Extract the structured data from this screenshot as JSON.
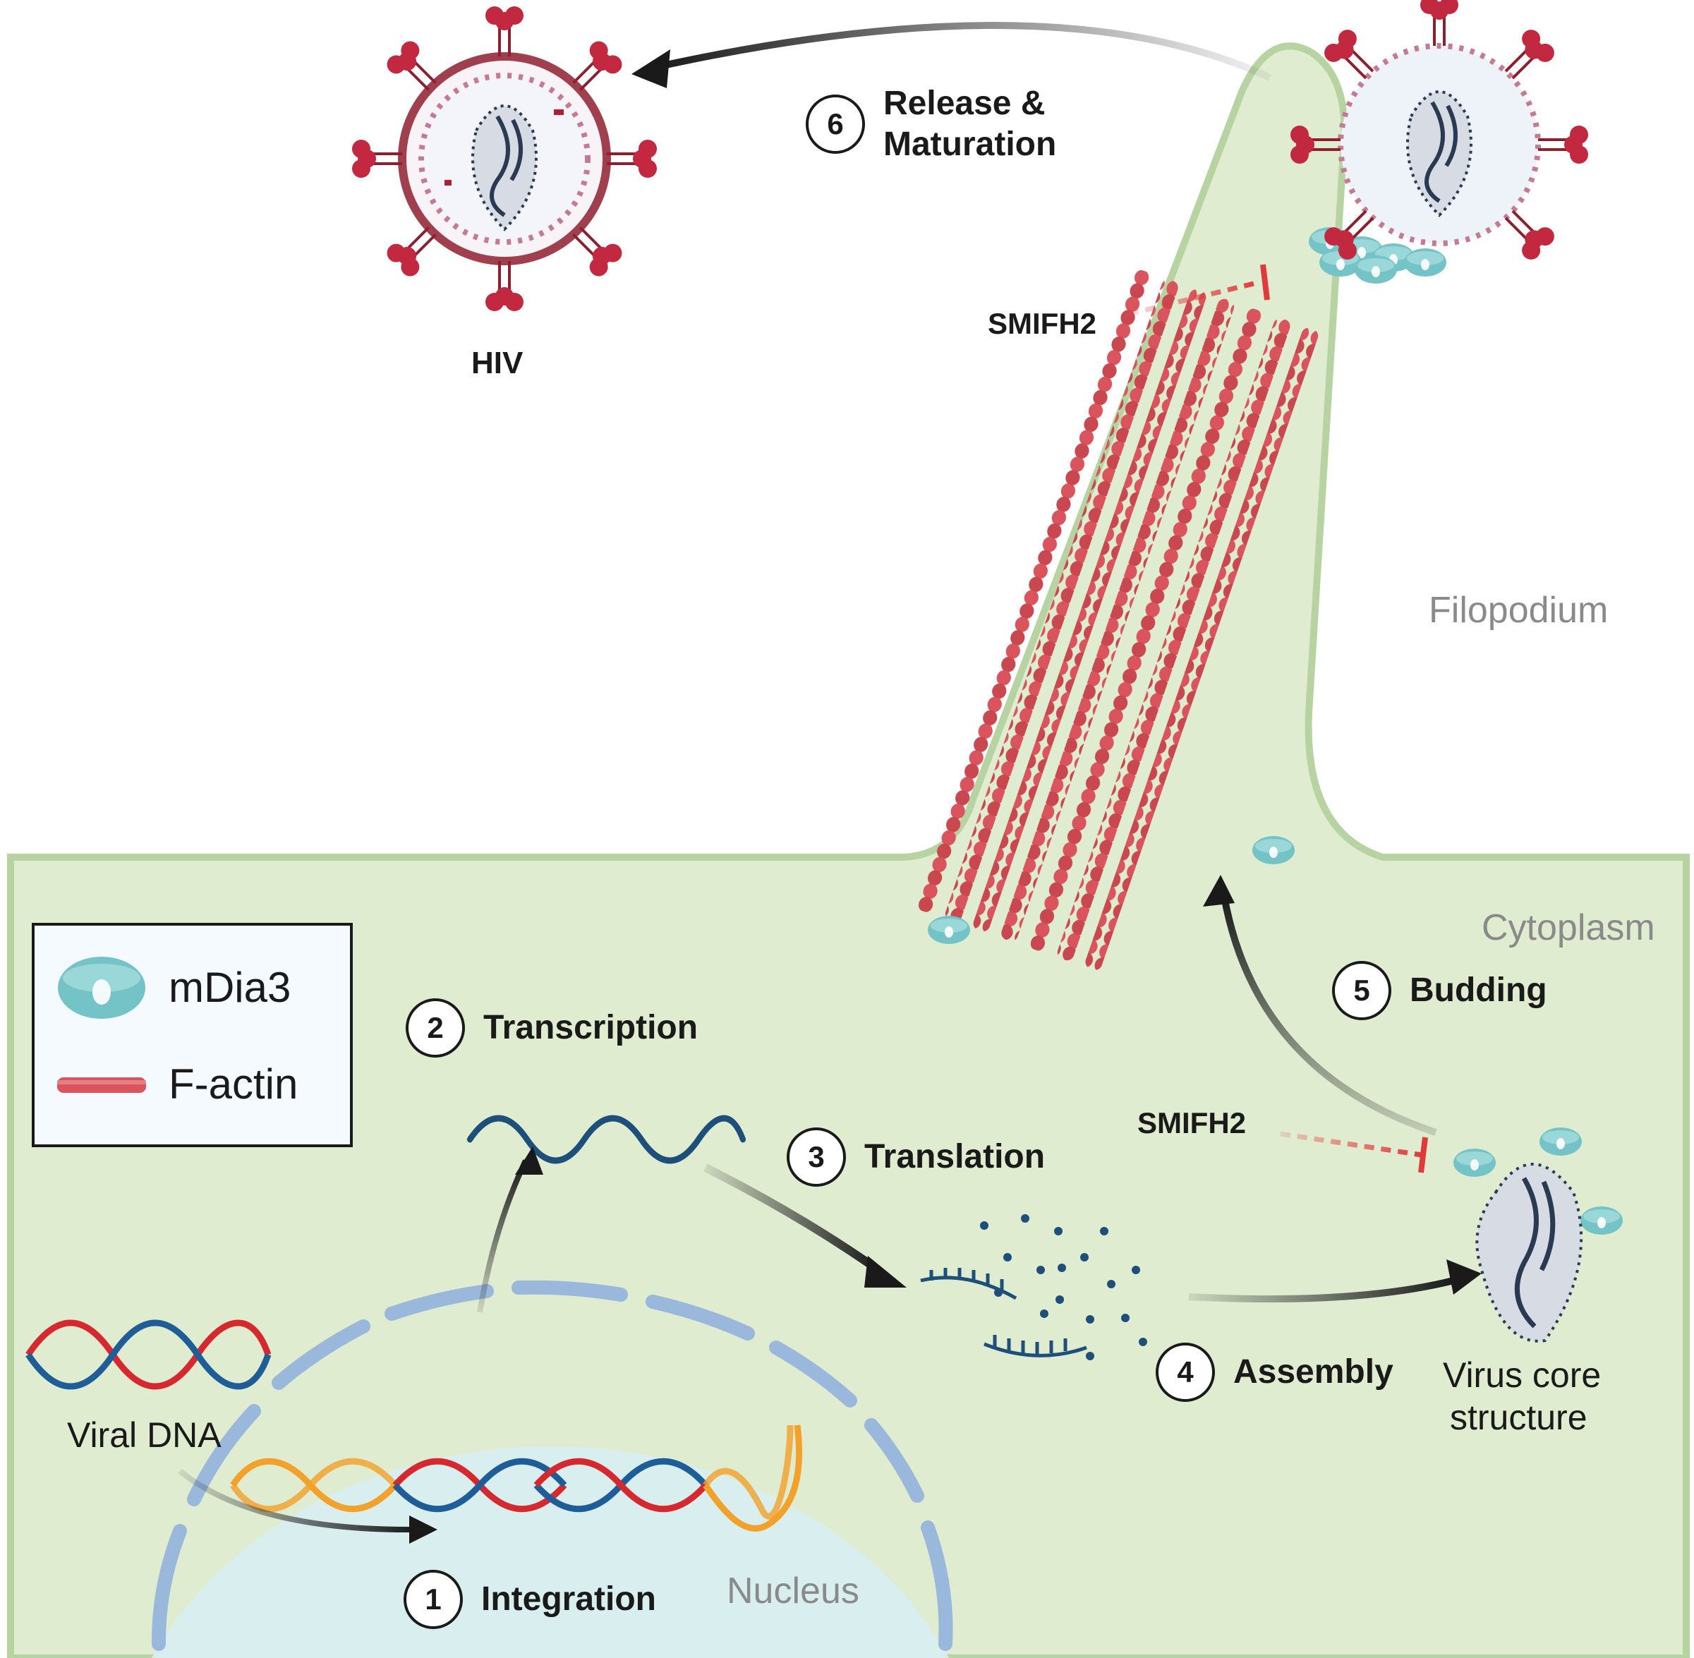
{
  "labels": {
    "hiv": "HIV",
    "smifh2_top": "SMIFH2",
    "smifh2_bottom": "SMIFH2",
    "filopodium": "Filopodium",
    "cytoplasm": "Cytoplasm",
    "nucleus": "Nucleus",
    "viral_dna": "Viral DNA",
    "virus_core_line1": "Virus core",
    "virus_core_line2": "structure"
  },
  "steps": [
    {
      "num": "1",
      "text": "Integration"
    },
    {
      "num": "2",
      "text": "Transcription"
    },
    {
      "num": "3",
      "text": "Translation"
    },
    {
      "num": "4",
      "text": "Assembly"
    },
    {
      "num": "5",
      "text": "Budding"
    },
    {
      "num": "6",
      "line1": "Release &",
      "line2": "Maturation"
    }
  ],
  "legend": {
    "mdia3": "mDia3",
    "factin": "F-actin"
  },
  "colors": {
    "cell": "#dfeccf",
    "membrane": "#b8d3a2",
    "nucleus": "#d9eeef",
    "actin": "#d9545d",
    "mdia3": "#74c3c6",
    "inhibitor": "#e03a3a",
    "dna_red": "#d6282f",
    "dna_blue": "#1f5d99",
    "dna_orange": "#f2a12a",
    "rna": "#1d4f7a",
    "spike": "#c2283f"
  }
}
